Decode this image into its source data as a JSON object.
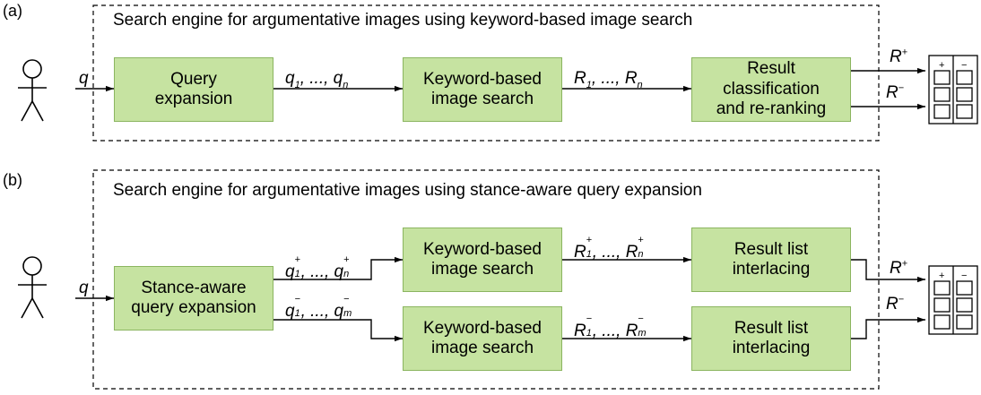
{
  "panel_a": {
    "label": "(a)",
    "title": "Search engine for argumentative images using keyword-based image search",
    "user_input": "q",
    "box_query_expansion": "Query\nexpansion",
    "box_keyword_search": "Keyword-based\nimage search",
    "box_classification": "Result\nclassification\nand re-ranking",
    "queries_label": {
      "q": "q",
      "first": "1",
      "last": "n",
      "ellipsis": ", ..., "
    },
    "results_label": {
      "r": "R",
      "first": "1",
      "last": "n",
      "ellipsis": ", ..., "
    },
    "output_pos": {
      "r": "R",
      "sign": "+"
    },
    "output_neg": {
      "r": "R",
      "sign": "−"
    }
  },
  "panel_b": {
    "label": "(b)",
    "title": "Search engine for argumentative images using stance-aware query expansion",
    "user_input": "q",
    "box_stance_expansion": "Stance-aware\nquery expansion",
    "box_keyword_search_top": "Keyword-based\nimage search",
    "box_keyword_search_bottom": "Keyword-based\nimage search",
    "box_interlacing_top": "Result list\ninterlacing",
    "box_interlacing_bottom": "Result list\ninterlacing",
    "queries_pos_label": {
      "q": "q",
      "first": "1",
      "last": "n",
      "sign": "+",
      "ellipsis": ", ..., "
    },
    "queries_neg_label": {
      "q": "q",
      "first": "1",
      "last": "m",
      "sign": "−",
      "ellipsis": ", ..., "
    },
    "results_pos_label": {
      "r": "R",
      "first": "1",
      "last": "n",
      "sign": "+",
      "ellipsis": ", ..., "
    },
    "results_neg_label": {
      "r": "R",
      "first": "1",
      "last": "m",
      "sign": "−",
      "ellipsis": ", ..., "
    },
    "output_pos": {
      "r": "R",
      "sign": "+"
    },
    "output_neg": {
      "r": "R",
      "sign": "−"
    }
  },
  "result_grid_signs": {
    "pos": "+",
    "neg": "−"
  },
  "colors": {
    "box_fill": "#c6e3a1",
    "box_border": "#8bb560",
    "line": "#000000"
  }
}
